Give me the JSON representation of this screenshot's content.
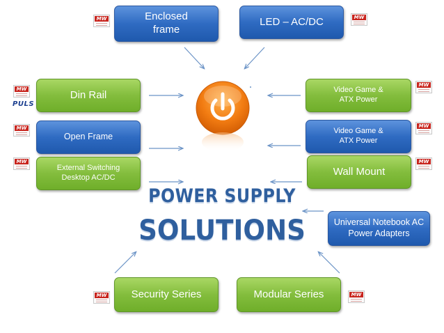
{
  "boxes": {
    "enclosed_frame": "Enclosed frame",
    "led_acdc": "LED – AC/DC",
    "din_rail": "Din Rail",
    "open_frame": "Open Frame",
    "external_switching": "External Switching Desktop AC/DC",
    "video_game_1": "Video Game & ATX Power",
    "video_game_2": "Video Game & ATX Power",
    "wall_mount": "Wall Mount",
    "universal_notebook": "Universal Notebook AC Power Adapters",
    "security_series": "Security Series",
    "modular_series": "Modular Series"
  },
  "title": {
    "line1": "POWER SUPPLY",
    "line2": "SOLUTIONS"
  },
  "logos": {
    "meanwell": "MW",
    "puls": "PULS"
  },
  "colors": {
    "blue_box": "#2f6bc2",
    "green_box": "#83bd3d",
    "power_orange": "#f07a12",
    "title_blue": "#2f5f9e",
    "arrow_blue": "#6b93c6"
  },
  "icons": [
    "power-button-icon",
    "meanwell-logo",
    "puls-logo"
  ]
}
